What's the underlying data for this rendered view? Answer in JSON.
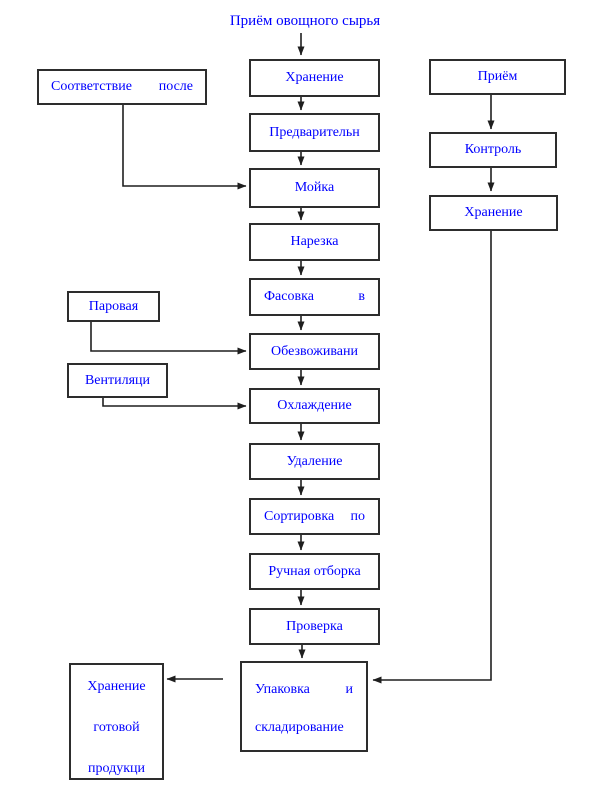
{
  "title": "Приём овощного сырья",
  "colors": {
    "label_text": "#0000ff",
    "box_border": "#2d2d2d",
    "connector": "#1f1f1f",
    "background": "#ffffff"
  },
  "main_flow": [
    {
      "label": "Хранение"
    },
    {
      "label": "Предварительн"
    },
    {
      "label": "Мойка"
    },
    {
      "label": "Нарезка"
    },
    {
      "label": "Фасовка",
      "label2": "в"
    },
    {
      "label": "Обезвоживани"
    },
    {
      "label": "Охлаждение"
    },
    {
      "label": "Удаление"
    },
    {
      "label": "Сортировка",
      "label2": "по"
    },
    {
      "label": "Ручная отборка"
    },
    {
      "label": "Проверка"
    }
  ],
  "packaging_box": {
    "word_left": "Упаковка",
    "word_right": "и",
    "line2": "складирование"
  },
  "side_boxes": {
    "compliance": {
      "word_left": "Соответствие",
      "word_right": "после"
    },
    "steam": {
      "label": "Паровая"
    },
    "ventilation": {
      "label": "Вентиляци"
    }
  },
  "final_storage_box": {
    "line1": "Хранение",
    "line2": "готовой",
    "line3": "продукци"
  },
  "right_flow": [
    {
      "label": "Приём"
    },
    {
      "label": "Контроль"
    },
    {
      "label": "Хранение"
    }
  ]
}
